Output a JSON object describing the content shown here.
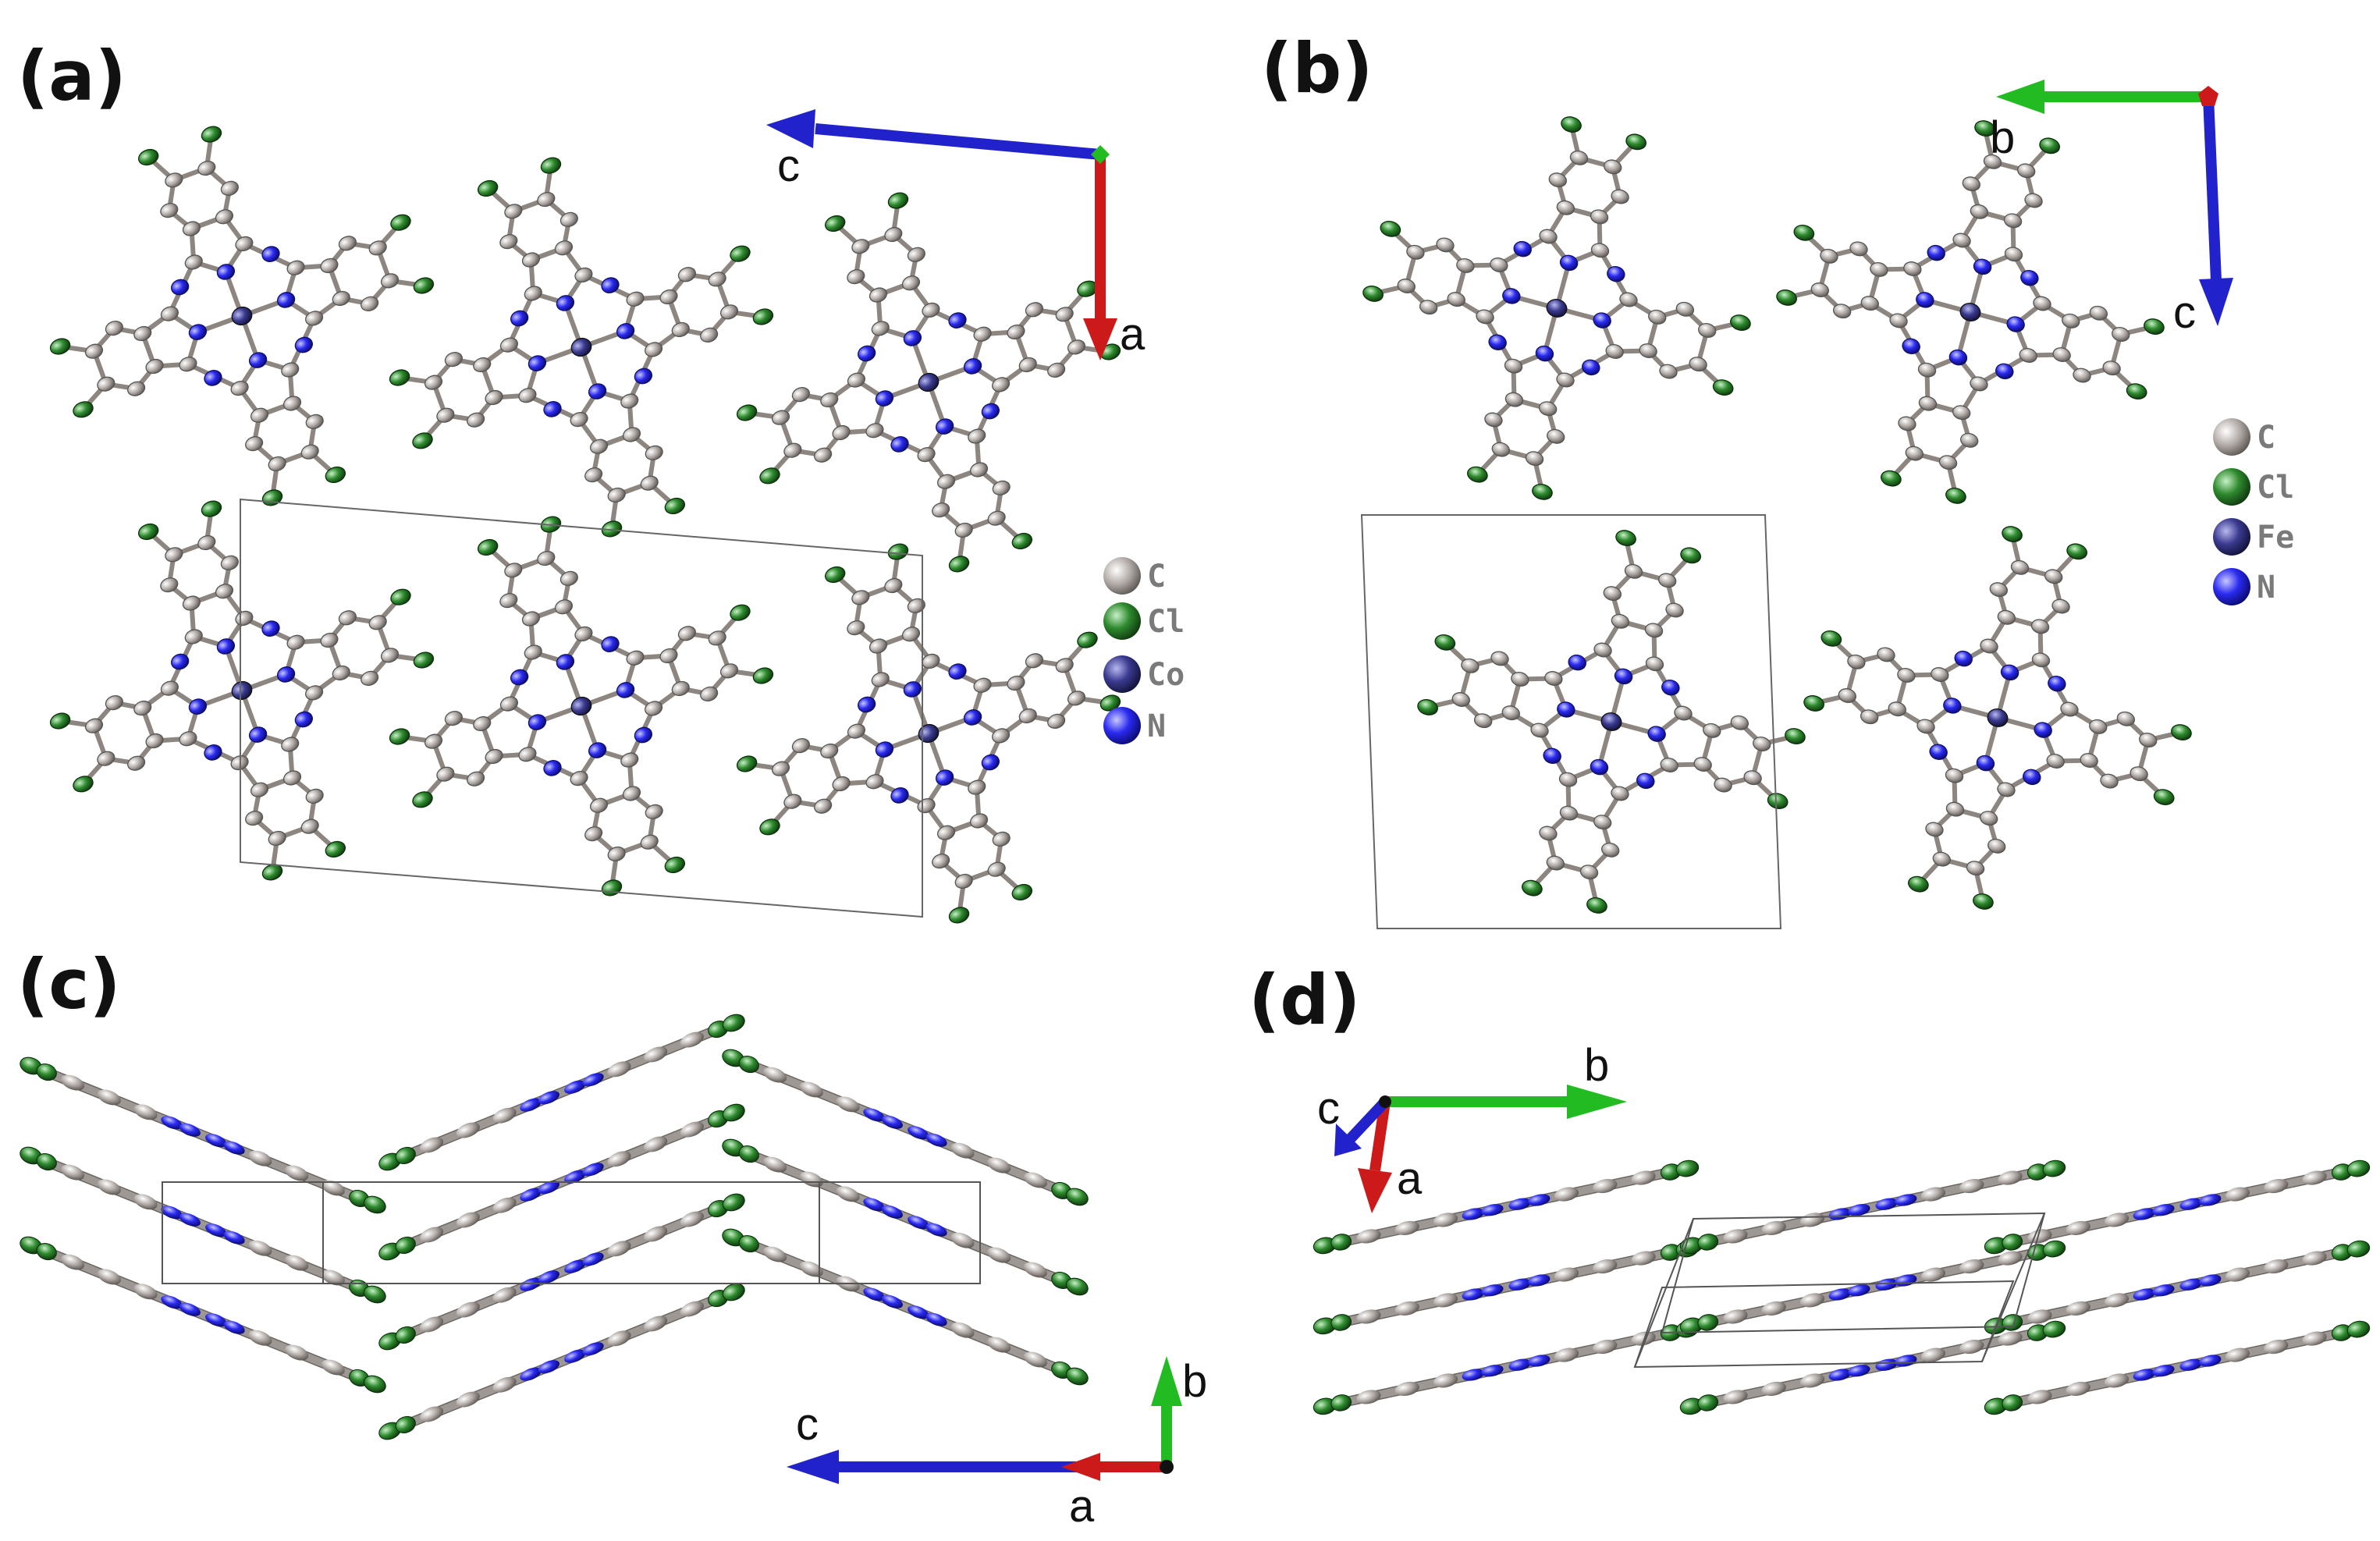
{
  "figure": {
    "panels": [
      {
        "label": "(a)",
        "axes": [
          "c",
          "a"
        ],
        "legend": [
          {
            "symbol": "C",
            "color": "#b2aaa6"
          },
          {
            "symbol": "Cl",
            "color": "#2f7d2f"
          },
          {
            "symbol": "Co",
            "color": "#3a3a8c"
          },
          {
            "symbol": "N",
            "color": "#2a2af0"
          }
        ]
      },
      {
        "label": "(b)",
        "axes": [
          "b",
          "c"
        ],
        "legend": [
          {
            "symbol": "C",
            "color": "#b2aaa6"
          },
          {
            "symbol": "Cl",
            "color": "#2f7d2f"
          },
          {
            "symbol": "Fe",
            "color": "#3a3a8c"
          },
          {
            "symbol": "N",
            "color": "#2a2af0"
          }
        ]
      },
      {
        "label": "(c)",
        "axes": [
          "c",
          "b",
          "a"
        ]
      },
      {
        "label": "(d)",
        "axes": [
          "b",
          "c",
          "a"
        ]
      }
    ],
    "colors": {
      "carbon": "#a9a29e",
      "chlorine": "#2e7a2e",
      "nitrogen": "#2a35e6",
      "metal": "#3c3c8f",
      "axis_red": "#cc1a1a",
      "axis_green": "#22bb22",
      "axis_blue": "#2222cc"
    }
  }
}
